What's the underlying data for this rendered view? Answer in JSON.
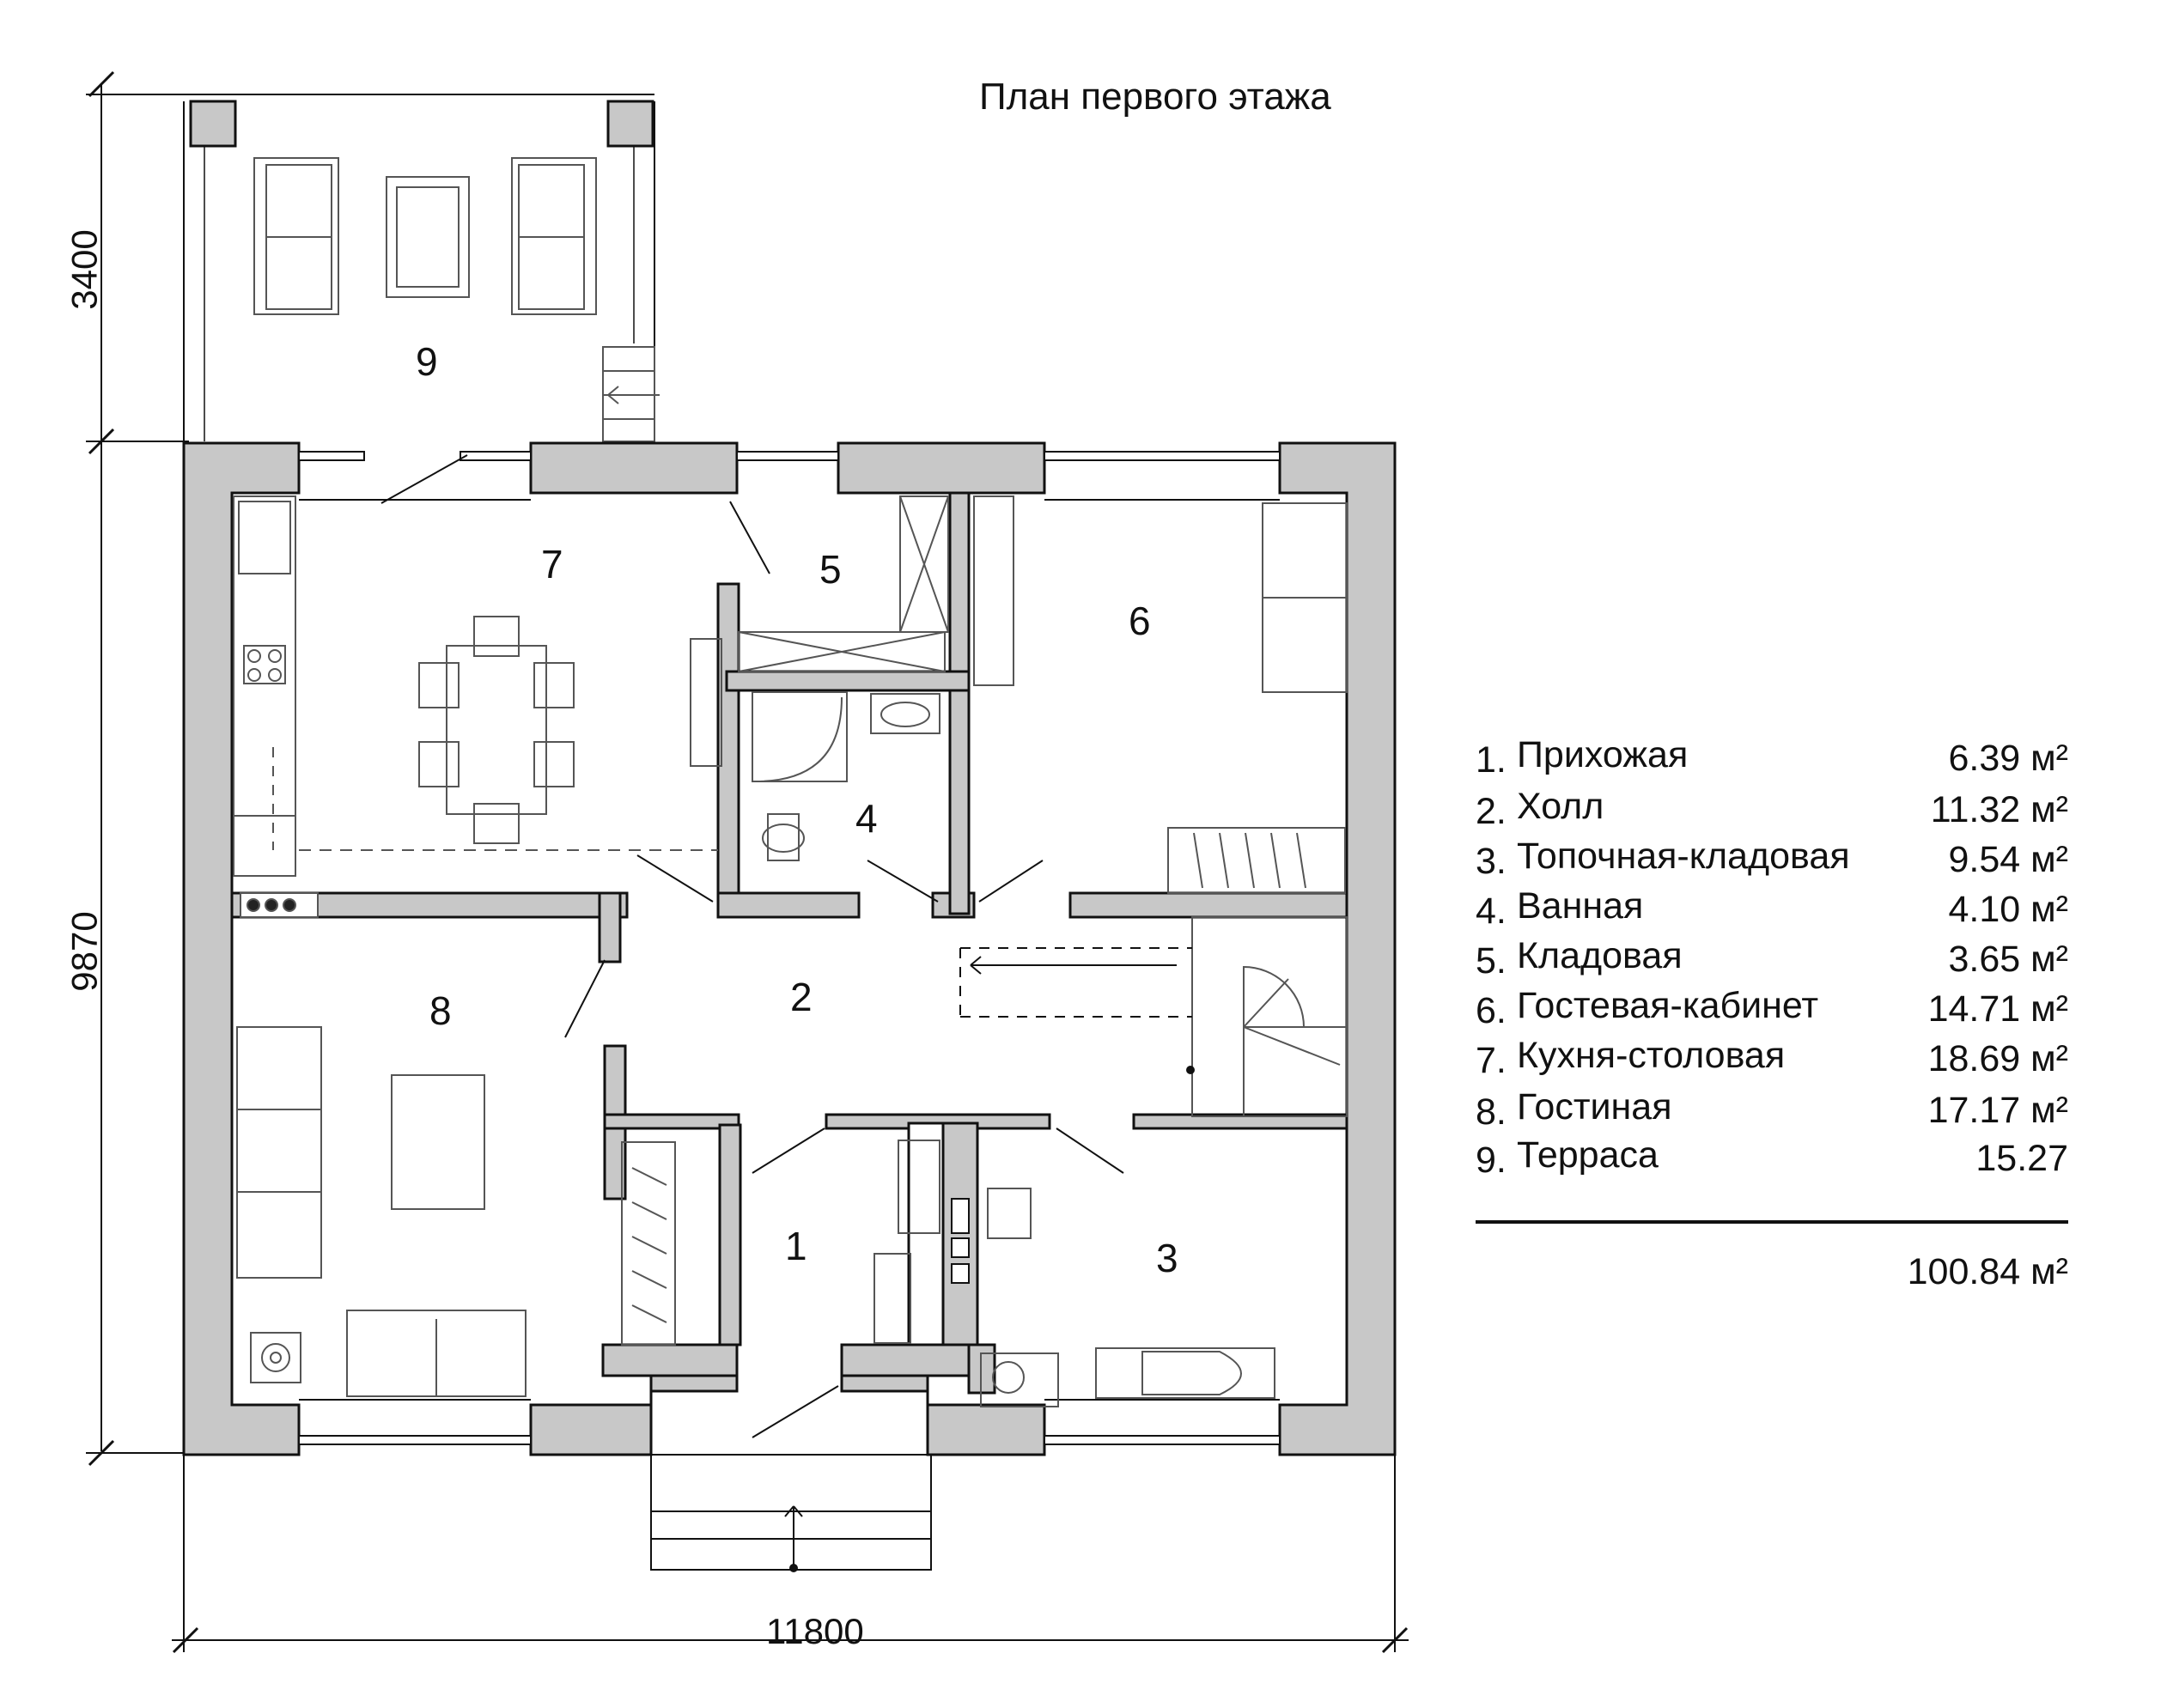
{
  "title": "План первого этажа",
  "dimensions": {
    "width": "11800",
    "height_house": "9870",
    "height_terrace": "3400"
  },
  "room_numbers": [
    "1",
    "2",
    "3",
    "4",
    "5",
    "6",
    "7",
    "8",
    "9"
  ],
  "legend": [
    {
      "num": "1.",
      "name": "Прихожая",
      "area": "6.39 м²"
    },
    {
      "num": "2.",
      "name": "Холл",
      "area": "11.32 м²"
    },
    {
      "num": "3.",
      "name": "Топочная-кладовая",
      "area": "9.54 м²"
    },
    {
      "num": "4.",
      "name": "Ванная",
      "area": "4.10 м²"
    },
    {
      "num": "5.",
      "name": "Кладовая",
      "area": "3.65 м²"
    },
    {
      "num": "6.",
      "name": "Гостевая-кабинет",
      "area": "14.71 м²"
    },
    {
      "num": "7.",
      "name": "Кухня-столовая",
      "area": "18.69 м²"
    },
    {
      "num": "8.",
      "name": "Гостиная",
      "area": "17.17 м²"
    },
    {
      "num": "9.",
      "name": "Терраса",
      "area": "15.27"
    }
  ],
  "total": "100.84 м²",
  "colors": {
    "wall_fill": "#c8c8c8",
    "line": "#111111",
    "furniture": "#555555"
  }
}
